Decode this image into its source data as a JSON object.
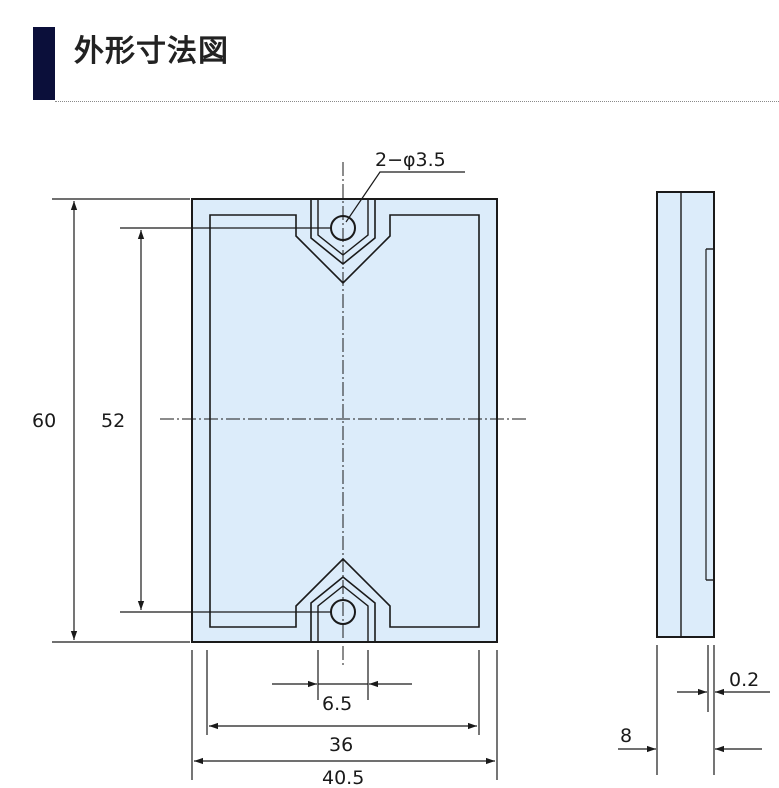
{
  "header": {
    "title": "外形寸法図"
  },
  "drawing": {
    "colors": {
      "fill": "#dcecfa",
      "line": "#1a1a1a",
      "heading_bar": "#0b0f3a"
    },
    "dimensions": {
      "hole": "2−φ3.5",
      "outer_height": "60",
      "hole_pitch": "52",
      "hole_boss_width": "6.5",
      "inner_width": "36",
      "outer_width": "40.5",
      "step": "0.2",
      "thickness": "8"
    }
  }
}
